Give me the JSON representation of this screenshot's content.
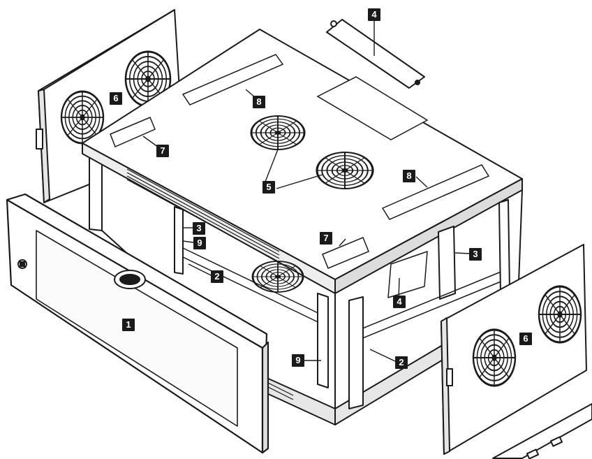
{
  "callouts": {
    "front_door": "1",
    "rail_left": "2",
    "rail_right": "2",
    "upright_left": "3",
    "upright_right": "3",
    "plate_top": "4",
    "plate_inner": "4",
    "top_fans": "5",
    "side_panel_left": "6",
    "side_panel_right": "6",
    "cover_left": "7",
    "cover_right": "7",
    "slot_left": "8",
    "slot_right": "8",
    "cable_left": "9",
    "cable_right": "9"
  },
  "colors": {
    "line": "#1a1a1a",
    "label_bg": "#1a1a1a",
    "label_text": "#ffffff",
    "panel_fill": "#ffffff",
    "glass_fill": "#fafafa"
  },
  "icons": {
    "fan": "fan-grille-icon",
    "lock": "door-lock-icon",
    "handle": "door-handle-icon"
  }
}
